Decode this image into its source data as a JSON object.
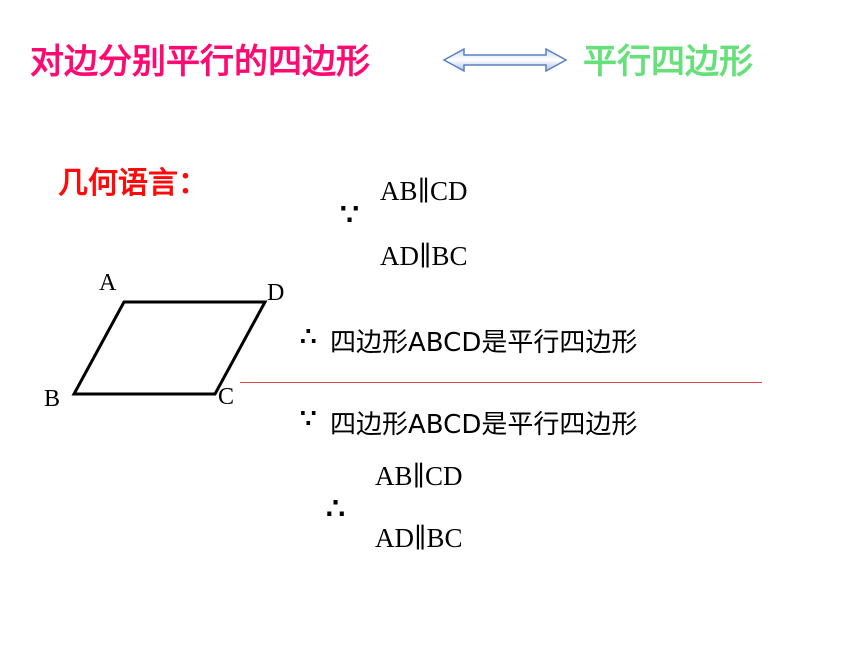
{
  "definition": {
    "left_text": "对边分别平行的四边形",
    "right_text": "平行四边形",
    "left_color": "#ff0a73",
    "right_color": "#66e07a",
    "arrow_icon": "double-arrow-icon"
  },
  "geometric_language_label": "几何语言：",
  "parallelogram": {
    "vertices": {
      "a": "A",
      "b": "B",
      "c": "C",
      "d": "D"
    }
  },
  "block1": {
    "because_symbol": "∵",
    "line1": "AB∥CD",
    "line2": "AD∥BC",
    "therefore_symbol": "∴",
    "conclusion": "四边形ABCD是平行四边形"
  },
  "block2": {
    "because_symbol": "∵",
    "premise": "四边形ABCD是平行四边形",
    "therefore_symbol": "∴",
    "line1": "AB∥CD",
    "line2": "AD∥BC"
  }
}
